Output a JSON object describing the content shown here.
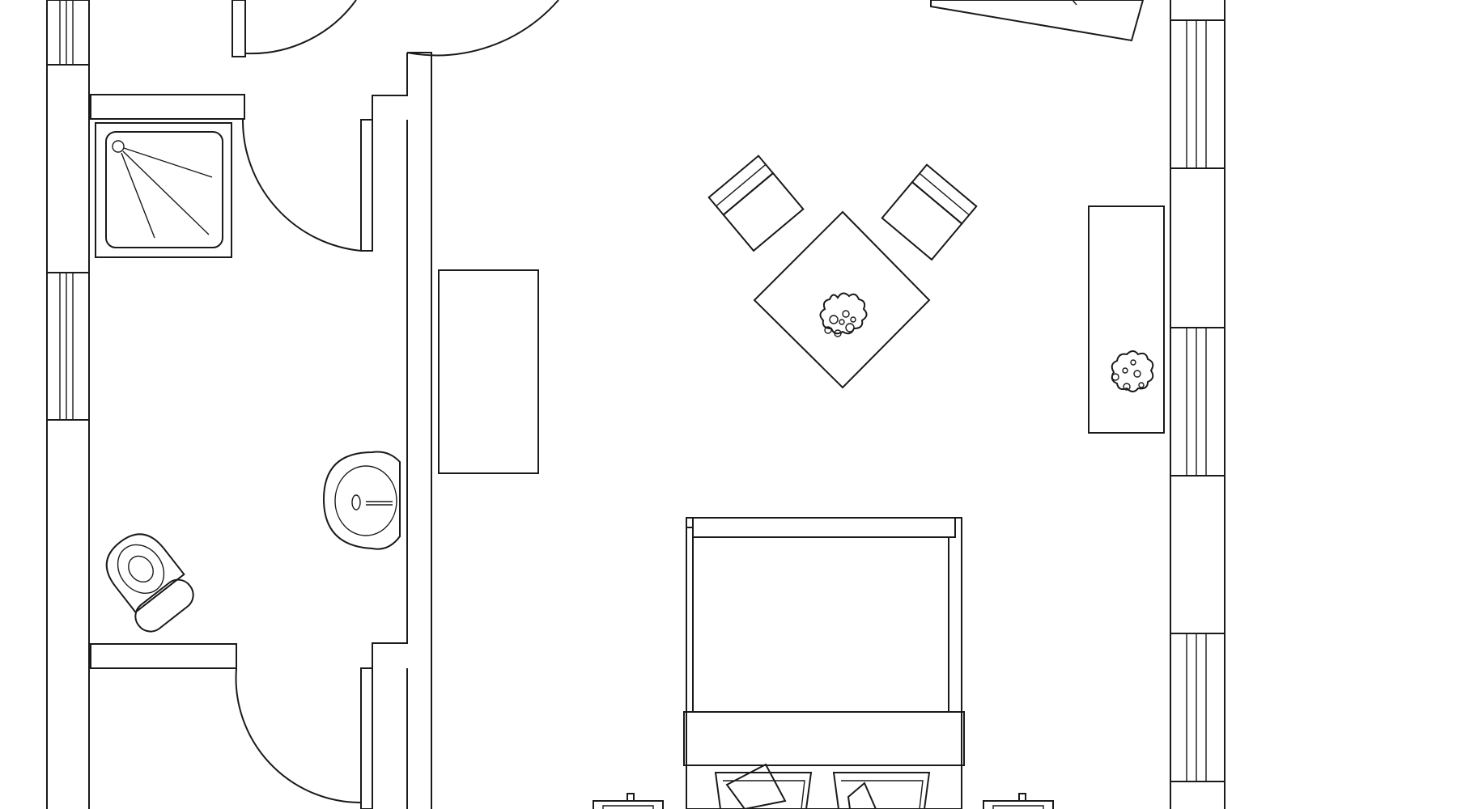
{
  "plan": {
    "type": "floor-plan",
    "view": "top-down",
    "rooms": [
      "bathroom",
      "bedroom"
    ],
    "line_color": "#1a1a1a",
    "background": "#ffffff"
  }
}
